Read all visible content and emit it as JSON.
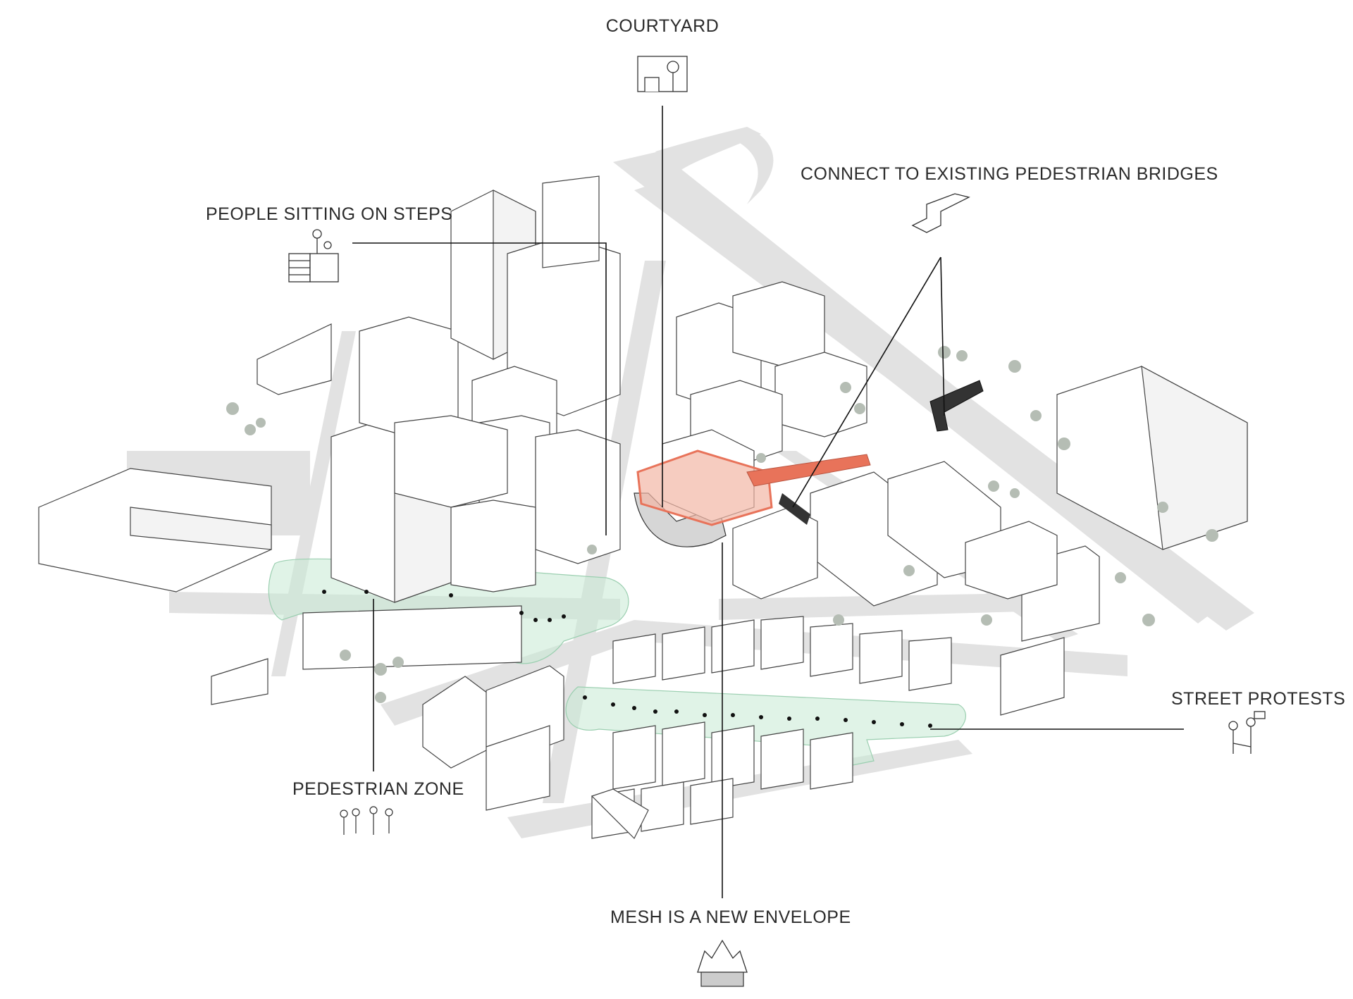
{
  "labels": {
    "courtyard": "COURTYARD",
    "bridges": "CONNECT TO EXISTING PEDESTRIAN BRIDGES",
    "steps": "PEOPLE SITTING ON STEPS",
    "protests": "STREET PROTESTS",
    "pedestrian_zone": "PEDESTRIAN ZONE",
    "mesh": "MESH IS A NEW ENVELOPE"
  },
  "icons": {
    "courtyard": "courtyard-icon",
    "bridges": "pedestrian-bridge-icon",
    "steps": "people-on-steps-icon",
    "protests": "protesters-icon",
    "pedestrian_zone": "pedestrians-icon",
    "mesh": "mesh-envelope-icon"
  },
  "colors": {
    "road": "#e2e2e2",
    "pedestrian_zone": "#c6ead4",
    "intervention": "#e8735a",
    "bridge": "#333333",
    "tree": "#b5bdb4",
    "outline": "#444444"
  }
}
